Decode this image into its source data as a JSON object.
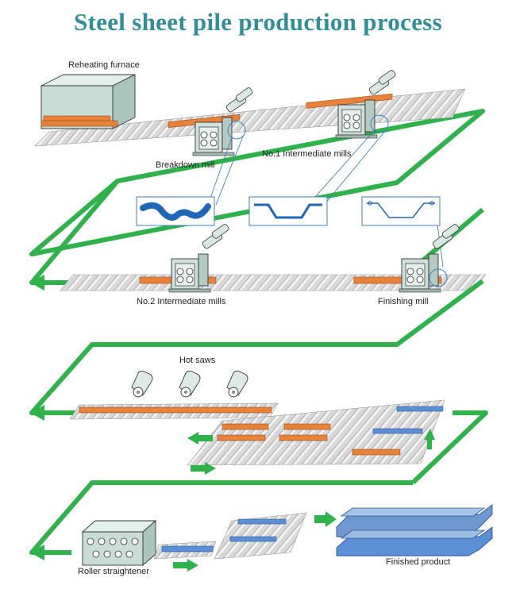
{
  "title": "Steel sheet pile production process",
  "colors": {
    "title": "#2e8f96",
    "flow_arrow": "#2fb24a",
    "hot_steel": "#e8823a",
    "finished_steel": "#5b8fd6",
    "roller_table": "#e6e6e6",
    "machine": "#c9ddd6"
  },
  "labels": {
    "reheating_furnace": "Reheating furnace",
    "breakdown_mill": "Breakdown mill",
    "no1_intermediate": "No.1 Intermediate mills",
    "no2_intermediate": "No.2 Intermediate mills",
    "finishing_mill": "Finishing mill",
    "hot_saws": "Hot saws",
    "roller_straightener": "Roller straightener",
    "finished_product": "Finished product"
  }
}
